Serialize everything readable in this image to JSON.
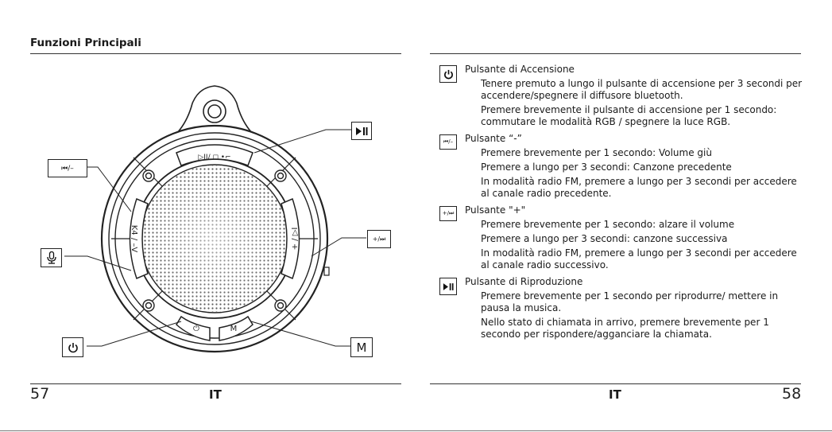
{
  "left_page": {
    "heading": "Funzioni Principali",
    "page_number": "57",
    "language": "IT",
    "speaker_labels": {
      "play": "▷II/ ◻",
      "prev": "K4 / –",
      "next": "+ / ▷I",
      "power": "⏻",
      "mode": "M"
    },
    "callouts": {
      "prev": "⏮/–",
      "next": "+/⏭",
      "mode": "M"
    }
  },
  "right_page": {
    "page_number": "58",
    "language": "IT",
    "sections": [
      {
        "icon": "power-icon",
        "title": "Pulsante di Accensione",
        "paragraphs": [
          "Tenere premuto a lungo il pulsante di accensione per 3 secondi per accendere/spegnere il diffusore bluetooth.",
          "Premere brevemente il pulsante di accensione per 1 secondo: commutare le modalità RGB / spegnere la luce RGB."
        ]
      },
      {
        "icon": "prev-minus-icon",
        "icon_text": "⏮/–",
        "title": "Pulsante “-”",
        "paragraphs": [
          "Premere brevemente per 1 secondo: Volume giù",
          "Premere a lungo per 3 secondi: Canzone precedente",
          "In modalità radio FM, premere a lungo per 3 secondi per accedere al canale radio precedente."
        ]
      },
      {
        "icon": "next-plus-icon",
        "icon_text": "+/⏭",
        "title": "Pulsante \"+\"",
        "paragraphs": [
          "Premere brevemente per 1 secondo: alzare il volume",
          "Premere a lungo per 3 secondi: canzone successiva",
          "In modalità radio FM, premere a lungo per 3 secondi per accedere al canale radio successivo."
        ]
      },
      {
        "icon": "play-pause-icon",
        "title": "Pulsante di Riproduzione",
        "paragraphs": [
          "Premere brevemente per 1 secondo per riprodurre/ mettere in pausa la musica.",
          "Nello stato di chiamata in arrivo, premere brevemente per 1 secondo per rispondere/agganciare la chiamata."
        ]
      }
    ]
  }
}
